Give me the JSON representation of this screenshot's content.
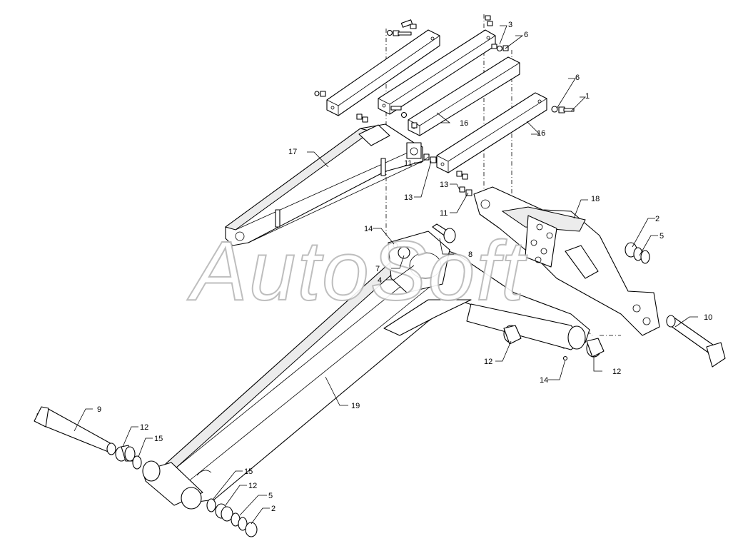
{
  "watermark": "AutoSoft",
  "callouts": [
    "1",
    "2",
    "3",
    "4",
    "5",
    "6",
    "7",
    "8",
    "9",
    "10",
    "11",
    "12",
    "13",
    "14",
    "15",
    "16",
    "17",
    "18",
    "19"
  ],
  "colors": {
    "line": "#000000",
    "background": "#ffffff",
    "watermark_outline": "#b8b8b8"
  }
}
